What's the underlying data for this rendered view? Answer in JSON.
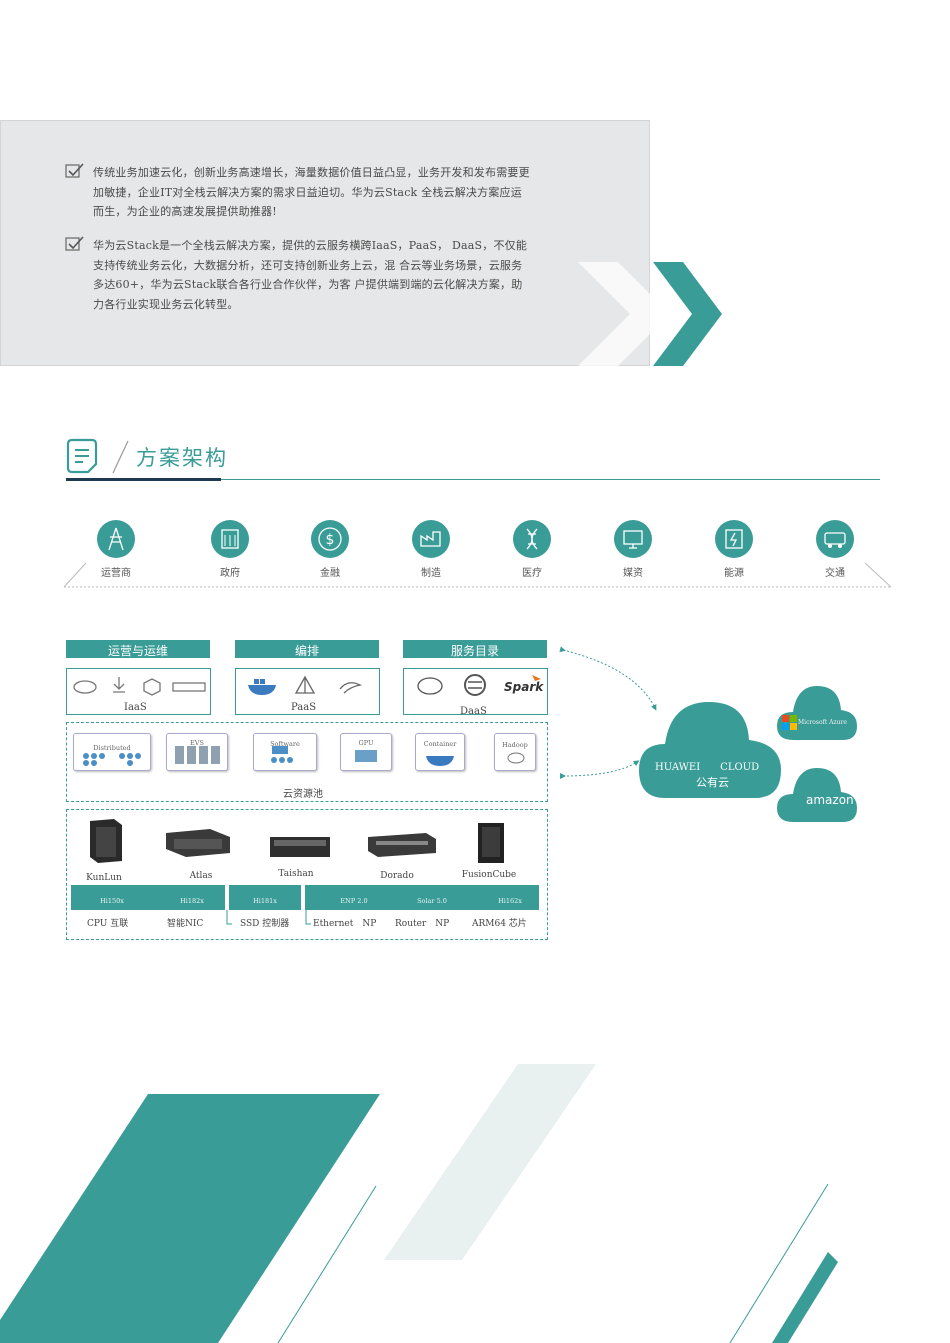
{
  "intro": {
    "items": [
      "传统业务加速云化，创新业务高速增长，海量数据价值日益凸显，业务开发和发布需要更加敏捷，企业IT对全栈云解决方案的需求日益迫切。华为云Stack 全栈云解决方案应运而生，为企业的高速发展提供助推器!",
      "华为云Stack是一个全栈云解决方案，提供的云服务横跨IaaS，PaaS， DaaS，不仅能支持传统业务云化，大数据分析，还可支持创新业务上云，混 合云等业务场景，云服务多达60+，华为云Stack联合各行业合作伙伴，为客 户提供端到端的云化解决方案，助力各行业实现业务云化转型。"
    ]
  },
  "section": {
    "title": "方案架构"
  },
  "industries": [
    "运营商",
    "政府",
    "金融",
    "制造",
    "医疗",
    "媒资",
    "能源",
    "交通"
  ],
  "layers": {
    "ops": {
      "bar": "运营与运维",
      "label": "IaaS"
    },
    "orchestration": {
      "bar": "编排",
      "label": "PaaS"
    },
    "catalog": {
      "bar": "服务目录",
      "label": "DaaS"
    }
  },
  "pool": {
    "items": [
      "Distributed",
      "EVS",
      "Software",
      "GPU",
      "Container",
      "Hadoop"
    ],
    "label": "云资源池"
  },
  "hardware": {
    "servers": [
      "KunLun",
      "Atlas",
      "Taishan",
      "Dorado",
      "FusionCube"
    ],
    "chips": [
      "Hi150x",
      "Hi182x",
      "Hi181x",
      "ENP 2.0",
      "Solar 5.0",
      "Hi162x"
    ],
    "chip_desc": [
      "CPU 互联",
      "智能NIC",
      "SSD 控制器",
      "Ethernet　NP",
      "Router　NP",
      "ARM64 芯片"
    ]
  },
  "clouds": {
    "huawei": {
      "line1": "HUAWEI　　CLOUD",
      "line2": "公有云"
    },
    "others": [
      "Microsoft Azure",
      "amazon"
    ]
  },
  "colors": {
    "accent": "#3a9c97",
    "panel": "#e6e7e8"
  }
}
